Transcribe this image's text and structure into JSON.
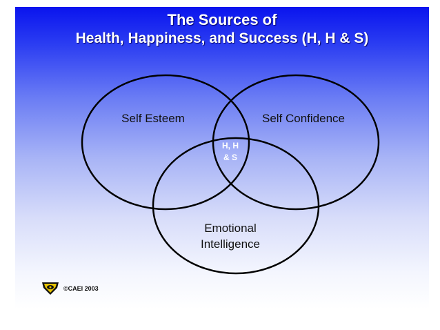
{
  "title": {
    "line1": "The Sources of",
    "line2": "Health, Happiness, and Success (H, H & S)"
  },
  "diagram": {
    "circles": [
      {
        "label": "Self Esteem"
      },
      {
        "label": "Self Confidence"
      },
      {
        "label_line1": "Emotional",
        "label_line2": "Intelligence"
      }
    ],
    "center": {
      "line1": "H, H",
      "line2": "& S"
    }
  },
  "footer": {
    "copyright": "©CAEI 2003",
    "logo_icon": "shield-emblem-icon"
  },
  "colors": {
    "title_text": "#ffffff",
    "gradient_top": "#0a14ee",
    "gradient_bottom": "#ffffff",
    "circle_stroke": "#000000"
  }
}
